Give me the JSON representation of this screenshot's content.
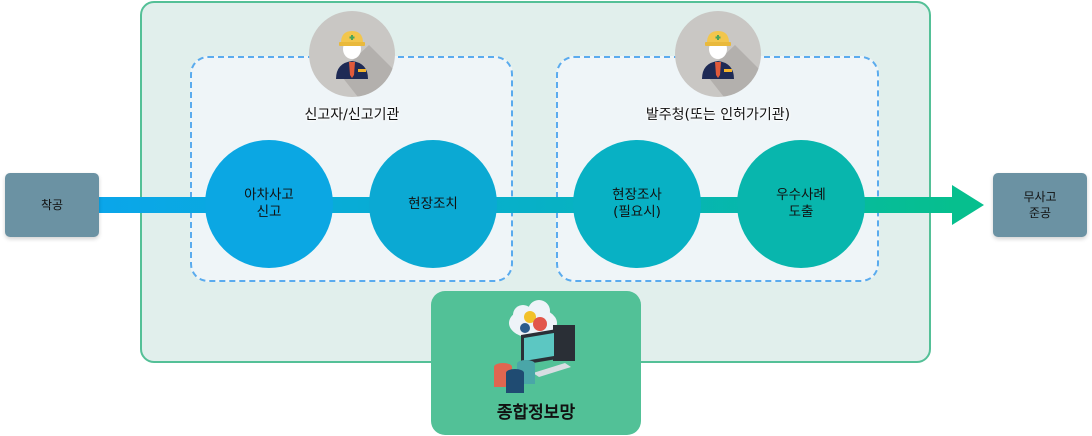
{
  "diagram": {
    "title": "무사고 준공 우수사례 프로세스",
    "start": {
      "label": "착공"
    },
    "end": {
      "label": "무사고\n준공"
    },
    "groups": [
      {
        "title": "신고자/신고기관",
        "avatar_icon": "construction-manager-icon",
        "steps": [
          {
            "label": "아차사고\n신고",
            "color": "#0ba7e3"
          },
          {
            "label": "현장조치",
            "color": "#0ba9d3"
          }
        ]
      },
      {
        "title": "발주청(또는 인허가기관)",
        "avatar_icon": "construction-manager-icon",
        "steps": [
          {
            "label": "현장조사\n(필요시)",
            "color": "#08b1c4"
          },
          {
            "label": "우수사례\n도출",
            "color": "#08b6ad"
          }
        ]
      }
    ],
    "system": {
      "label": "종합정보망",
      "icon": "cloud-computer-database-icon"
    },
    "colors": {
      "flow_start": "#0aa6ea",
      "flow_end": "#06bf8e",
      "panel_bg": "#e1efec",
      "panel_border": "#54c097",
      "group_border": "#5aabee",
      "endpoint_bg": "#6b92a3",
      "system_bg": "#52c197"
    }
  }
}
